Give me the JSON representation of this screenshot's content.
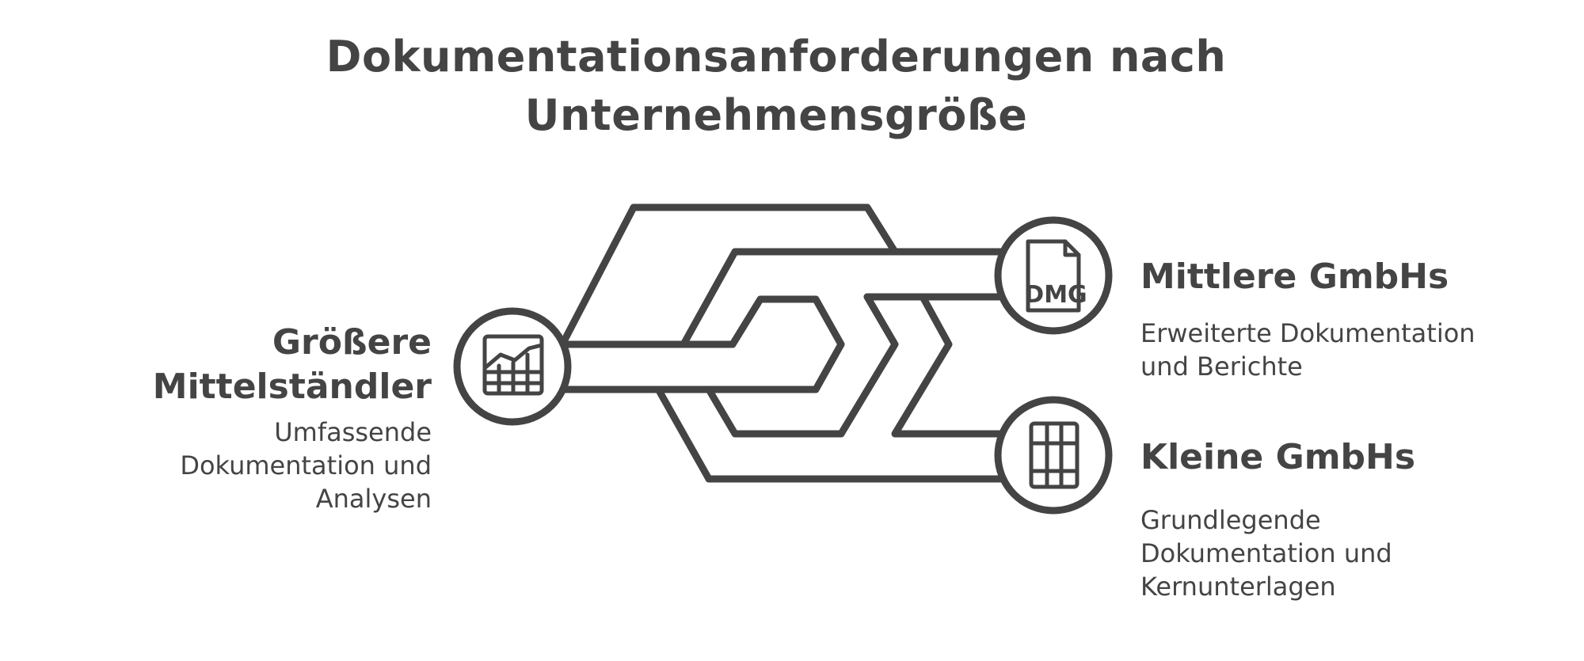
{
  "title": {
    "line1": "Dokumentationsanforderungen nach",
    "line2": "Unternehmensgröße"
  },
  "nodes": {
    "left": {
      "title_line1": "Größere",
      "title_line2": "Mittelständler",
      "desc_line1": "Umfassende",
      "desc_line2": "Dokumentation und",
      "desc_line3": "Analysen",
      "icon": "spreadsheet-chart-icon"
    },
    "top_right": {
      "title": "Mittlere GmbHs",
      "desc_line1": "Erweiterte Dokumentation",
      "desc_line2": "und Berichte",
      "icon": "dmg-file-icon",
      "icon_text": "DMG"
    },
    "bottom_right": {
      "title": "Kleine GmbHs",
      "desc_line1": "Grundlegende",
      "desc_line2": "Dokumentation und",
      "desc_line3": "Kernunterlagen",
      "icon": "document-grid-icon"
    }
  },
  "colors": {
    "stroke": "#444444",
    "background": "#ffffff"
  }
}
